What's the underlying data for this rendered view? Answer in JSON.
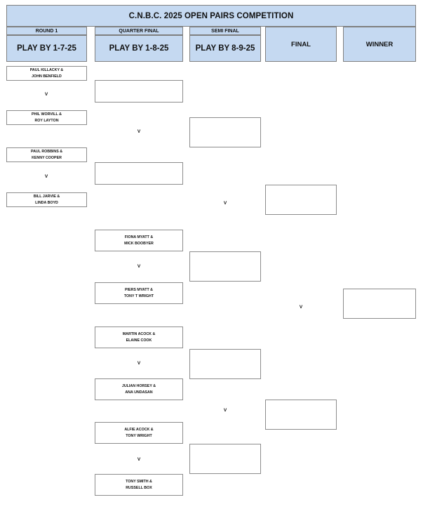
{
  "title": "C.N.B.C. 2025 OPEN PAIRS COMPETITION",
  "columns": {
    "round1": {
      "label": "ROUND 1",
      "play_by": "PLAY BY 1-7-25"
    },
    "quarter_final": {
      "label": "QUARTER  FINAL",
      "play_by": "PLAY BY 1-8-25"
    },
    "semi_final": {
      "label": "SEMI  FINAL",
      "play_by": "PLAY BY 8-9-25"
    },
    "final": {
      "label": "FINAL"
    },
    "winner": {
      "label": "WINNER"
    }
  },
  "round1": [
    {
      "line1": "PAUL KILLACKY &",
      "line2": "JOHN BENFIELD"
    },
    {
      "line1": "PHIL WORVILL &",
      "line2": "ROY LAYTON"
    },
    {
      "line1": "PAUL ROBBINS &",
      "line2": "KENNY COOPER"
    },
    {
      "line1": "BILL JARVIE &",
      "line2": "LINDA BOYD"
    }
  ],
  "quarter_final": [
    {
      "line1": "FIONA MYATT &",
      "line2": "MICK BOOBYER"
    },
    {
      "line1": "PIERS MYATT &",
      "line2": "TONY T WRIGHT"
    },
    {
      "line1": "MARTIN ACOCK &",
      "line2": "ELAINE COOK"
    },
    {
      "line1": "JULIAN HORSEY &",
      "line2": "ANA UNDASAN"
    },
    {
      "line1": "ALFIE ACOCK &",
      "line2": "TONY WRIGHT"
    },
    {
      "line1": "TONY SMITH &",
      "line2": "RUSSELL BOX"
    }
  ],
  "versus": "V"
}
